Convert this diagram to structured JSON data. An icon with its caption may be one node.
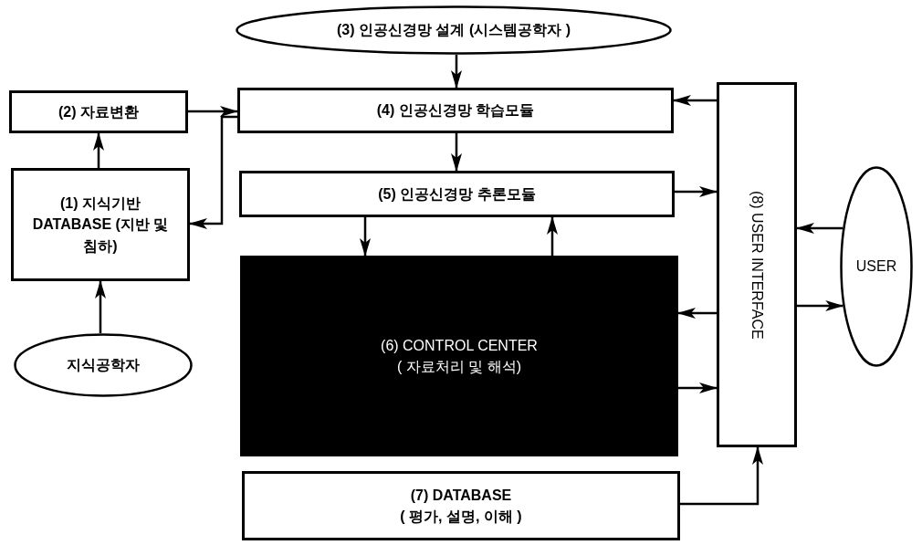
{
  "diagram": {
    "nodes": [
      {
        "text": [
          "(3) 인공신경망 설계 (시스템공학자 )"
        ]
      },
      {
        "text": [
          "(2) 자료변환"
        ]
      },
      {
        "text": [
          "(4) 인공신경망 학습모듈"
        ]
      },
      {
        "text": [
          "(1) 지식기반 DATABASE (지반 및 침하)"
        ]
      },
      {
        "text": [
          "지식공학자"
        ]
      },
      {
        "text": [
          "(5) 인공신경망 추론모듈"
        ]
      },
      {
        "text": [
          "(6) CONTROL CENTER",
          "( 자료처리 및 해석)"
        ]
      },
      {
        "text": [
          "(7) DATABASE",
          "( 평가, 설명, 이해 )"
        ]
      },
      {
        "text": [
          "(8) USER INTERFACE"
        ]
      },
      {
        "text": [
          "USER"
        ]
      }
    ],
    "edges": [
      {
        "from": 0,
        "to": 2,
        "arrow": "to"
      },
      {
        "from": 1,
        "to": 2,
        "arrow": "to"
      },
      {
        "from": 2,
        "to": 3,
        "arrow": "to"
      },
      {
        "from": 3,
        "to": 1,
        "arrow": "to"
      },
      {
        "from": 4,
        "to": 3,
        "arrow": "to"
      },
      {
        "from": 2,
        "to": 5,
        "arrow": "to"
      },
      {
        "from": 5,
        "to": 6,
        "arrow": "to"
      },
      {
        "from": 6,
        "to": 5,
        "arrow": "to"
      },
      {
        "from": 8,
        "to": 2,
        "arrow": "to"
      },
      {
        "from": 5,
        "to": 8,
        "arrow": "to"
      },
      {
        "from": 8,
        "to": 6,
        "arrow": "to"
      },
      {
        "from": 6,
        "to": 8,
        "arrow": "to"
      },
      {
        "from": 7,
        "to": 8,
        "arrow": "to"
      },
      {
        "from": 9,
        "to": 8,
        "arrow": "to"
      },
      {
        "from": 8,
        "to": 9,
        "arrow": "to"
      }
    ]
  }
}
